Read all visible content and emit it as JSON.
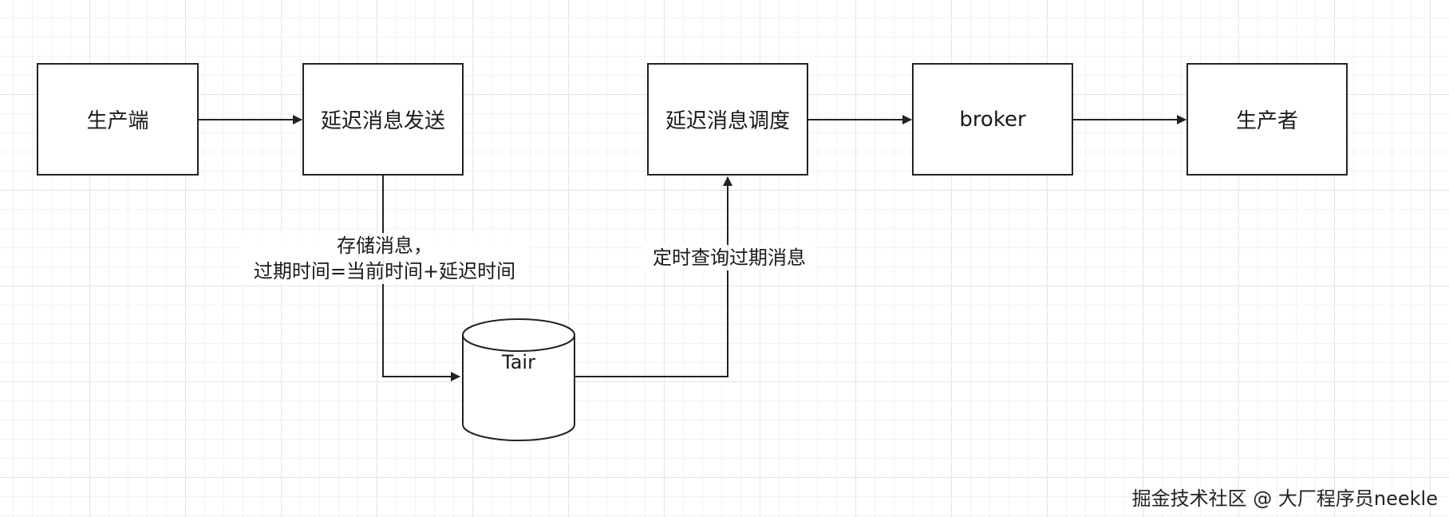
{
  "nodes": {
    "producer_side": "生产端",
    "delay_send": "延迟消息发送",
    "delay_schedule": "延迟消息调度",
    "broker": "broker",
    "producer": "生产者"
  },
  "storage": {
    "label": "Tair"
  },
  "edges": {
    "store_line1": "存储消息，",
    "store_line2": "过期时间=当前时间+延迟时间",
    "query": "定时查询过期消息"
  },
  "watermark": "掘金技术社区 @ 大厂程序员neekle"
}
